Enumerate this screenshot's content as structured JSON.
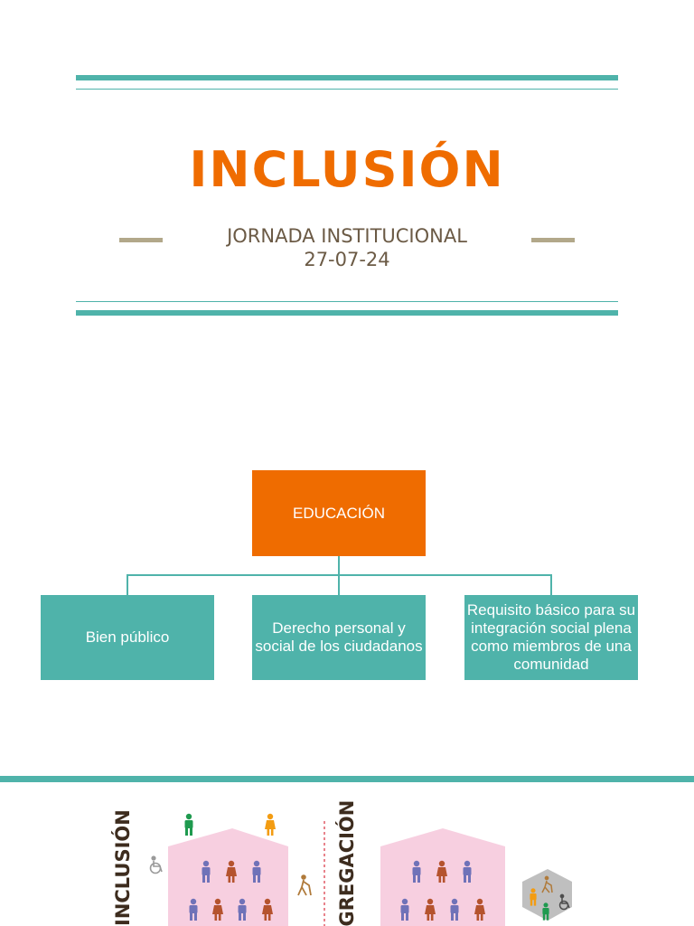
{
  "slide1": {
    "title": "INCLUSIÓN",
    "subtitle_line1": "JORNADA INSTITUCIONAL",
    "subtitle_line2": "27-07-24"
  },
  "slide2": {
    "root": "EDUCACIÓN",
    "children": [
      "Bien público",
      "Derecho personal y social de los ciudadanos",
      "Requisito básico para su integración social plena como miembros de una comunidad"
    ]
  },
  "slide3": {
    "label_left": "INCLUSIÓN",
    "label_right": "SEGREGACIÓN",
    "icons": [
      "person-icon",
      "wheelchair-icon",
      "walking-cane-icon"
    ],
    "colors": {
      "accent_teal": "#4fb3aa",
      "accent_orange": "#ef6c00",
      "house_pink": "#f7cfe0",
      "person_blue": "#6f72b8",
      "person_rust": "#b5532e",
      "person_green": "#1f9a4f",
      "person_orange": "#f39c12"
    }
  }
}
